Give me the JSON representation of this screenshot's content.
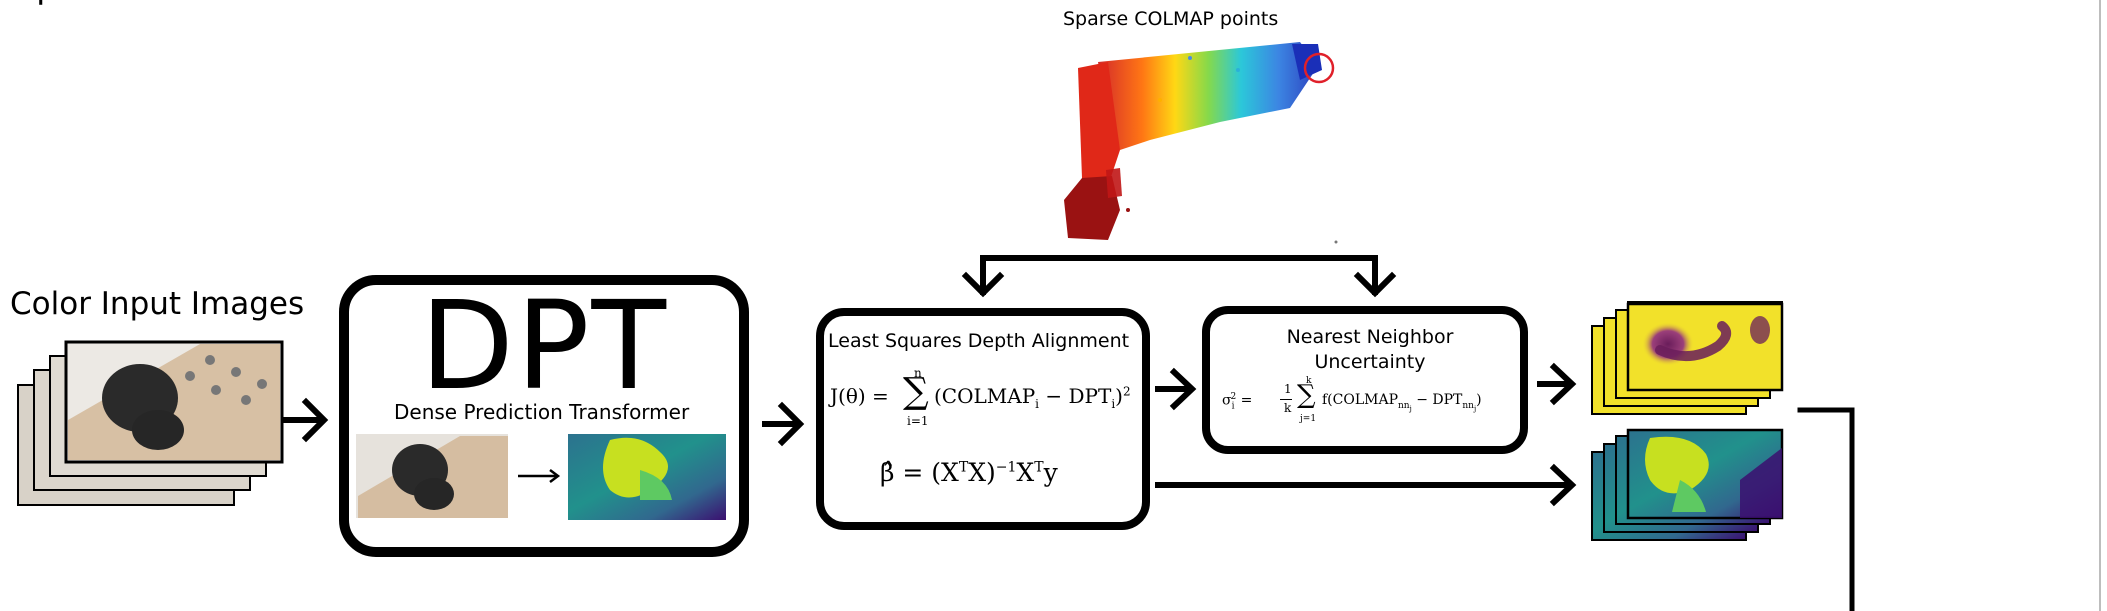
{
  "top_fragment": "l",
  "colmap": {
    "title": "Sparse COLMAP points"
  },
  "input": {
    "title": "Color Input Images"
  },
  "dpt": {
    "acronym": "DPT",
    "subtitle": "Dense Prediction Transformer"
  },
  "lsq": {
    "title": "Least Squares Depth Alignment",
    "eq1_lhs": "J(θ) = ",
    "eq1_sum_top": "n",
    "eq1_sum_bottom": "i=1",
    "eq1_body": "(COLMAP",
    "eq1_sub1": "i",
    "eq1_mid": " − DPT",
    "eq1_sub2": "i",
    "eq1_close": ")",
    "eq1_sup": "2",
    "eq2_beta": "β̂ = (X",
    "eq2_sup1": "T",
    "eq2_mid": "X)",
    "eq2_sup2": "−1",
    "eq2_x": "X",
    "eq2_sup3": "T",
    "eq2_y": "y"
  },
  "nn": {
    "title_line1": "Nearest Neighbor",
    "title_line2": "Uncertainty",
    "eq_sigma": "σ",
    "eq_sub_i": "i",
    "eq_sup_2": "2",
    "eq_eq": " = ",
    "eq_frac_num": "1",
    "eq_frac_den": "k",
    "eq_sum_top": "k",
    "eq_sum_bottom": "j=1",
    "eq_body": "f(COLMAP",
    "eq_sub_nn1": "nn",
    "eq_sub_j1": "j",
    "eq_mid": " − DPT",
    "eq_sub_nn2": "nn",
    "eq_sub_j2": "j",
    "eq_close": ")"
  },
  "colors": {
    "viridis_dark": "#3b0f70",
    "viridis_teal": "#21918c",
    "viridis_green": "#5ec962",
    "viridis_yellow": "#fde725",
    "uncert_yellow": "#f2e12a",
    "uncert_purple": "#6a1d5b"
  }
}
